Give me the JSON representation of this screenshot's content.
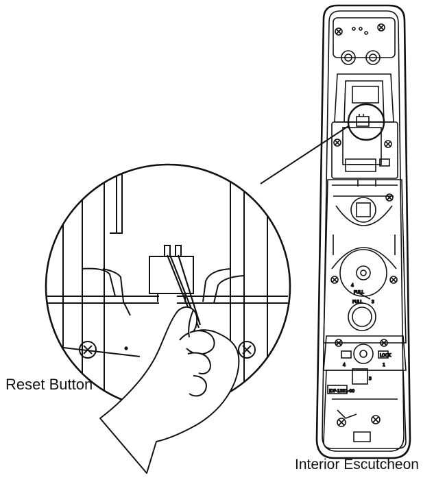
{
  "labels": {
    "reset_button": "Reset Button",
    "interior_escutcheon": "Interior Escutcheon"
  },
  "plate_markings": {
    "pull_top": "PULL",
    "pull_mid": "PULL",
    "lock": "LOCK",
    "num_4a": "4",
    "num_3a": "3",
    "num_4b": "4",
    "num_1": "1",
    "num_3b": "3",
    "model_code": "IDF-1331-00"
  },
  "colors": {
    "ink": "#111111",
    "background": "#ffffff"
  }
}
